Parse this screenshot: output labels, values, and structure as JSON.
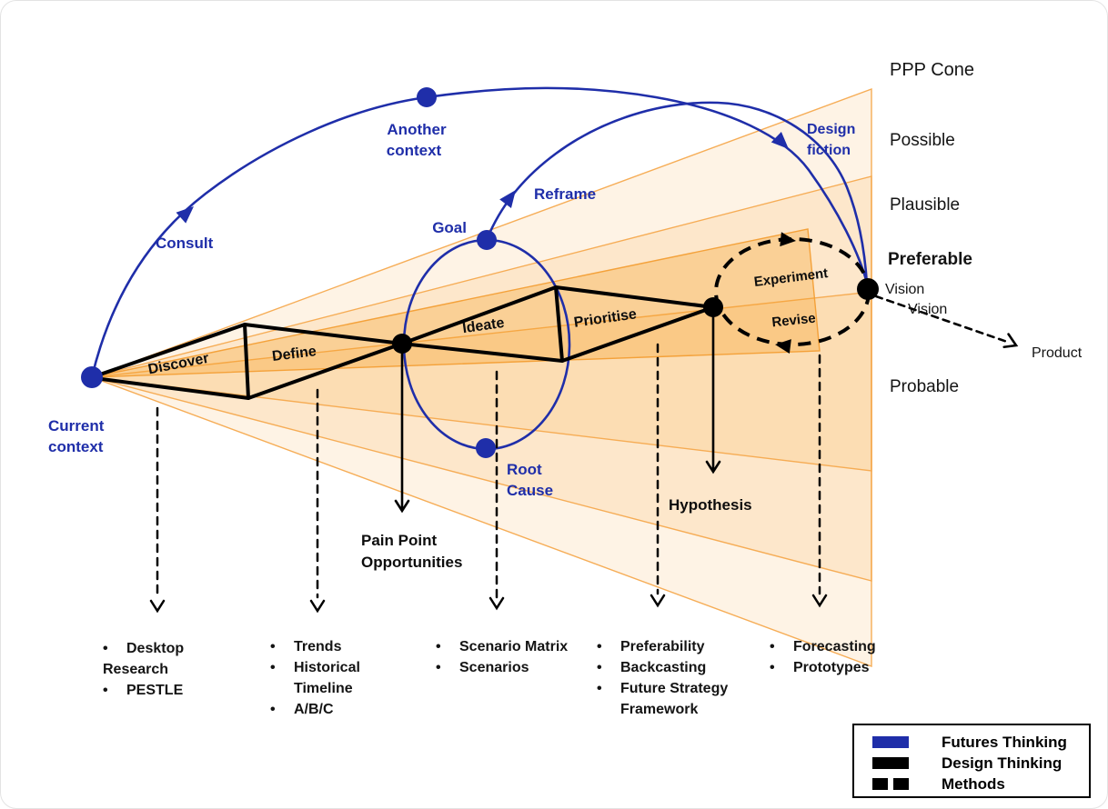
{
  "diagram": {
    "title": "PPP Cone",
    "colors": {
      "futures_blue": "#1F2EA9",
      "orange_line": "#F5A94E",
      "band_fill": "#F6A535",
      "black": "#000000"
    },
    "cone": {
      "title": "PPP Cone",
      "possible": "Possible",
      "plausible": "Plausible",
      "preferable": "Preferable",
      "probable": "Probable"
    },
    "futures": {
      "current_context_line1": "Current",
      "current_context_line2": "context",
      "consult": "Consult",
      "another_context_line1": "Another",
      "another_context_line2": "context",
      "goal": "Goal",
      "reframe": "Reframe",
      "root_cause_line1": "Root",
      "root_cause_line2": "Cause",
      "design_fiction_line1": "Design",
      "design_fiction_line2": "fiction"
    },
    "design_thinking": {
      "stages": [
        "Discover",
        "Define",
        "Ideate",
        "Prioritise"
      ]
    },
    "loop": {
      "experiment": "Experiment",
      "revise": "Revise"
    },
    "outputs": {
      "vision": "Vision",
      "vision2": "Vision",
      "product": "Product",
      "hypothesis": "Hypothesis",
      "pain_point_line1": "Pain Point",
      "pain_point_line2": "Opportunities"
    },
    "methods_columns": [
      {
        "items": [
          {
            "b": 1,
            "i": 0,
            "t": "Desktop"
          },
          {
            "b": 0,
            "i": 0,
            "t": "Research"
          },
          {
            "b": 1,
            "i": 0,
            "t": "PESTLE"
          }
        ]
      },
      {
        "items": [
          {
            "b": 1,
            "i": 0,
            "t": "Trends"
          },
          {
            "b": 1,
            "i": 0,
            "t": "Historical"
          },
          {
            "b": 0,
            "i": 1,
            "t": "Timeline"
          },
          {
            "b": 1,
            "i": 0,
            "t": "A/B/C"
          }
        ]
      },
      {
        "items": [
          {
            "b": 1,
            "i": 0,
            "t": "Scenario Matrix"
          },
          {
            "b": 1,
            "i": 0,
            "t": "Scenarios"
          }
        ]
      },
      {
        "items": [
          {
            "b": 1,
            "i": 0,
            "t": "Preferability"
          },
          {
            "b": 1,
            "i": 0,
            "t": "Backcasting"
          },
          {
            "b": 1,
            "i": 0,
            "t": "Future Strategy"
          },
          {
            "b": 0,
            "i": 1,
            "t": "Framework"
          }
        ]
      },
      {
        "items": [
          {
            "b": 1,
            "i": 0,
            "t": "Forecasting"
          },
          {
            "b": 1,
            "i": 0,
            "t": "Prototypes"
          }
        ]
      }
    ],
    "legend": {
      "items": [
        {
          "label": "Futures Thinking",
          "swatch": "blue-line"
        },
        {
          "label": "Design Thinking",
          "swatch": "black-line"
        },
        {
          "label": "Methods",
          "swatch": "black-dashed-line"
        }
      ]
    }
  }
}
